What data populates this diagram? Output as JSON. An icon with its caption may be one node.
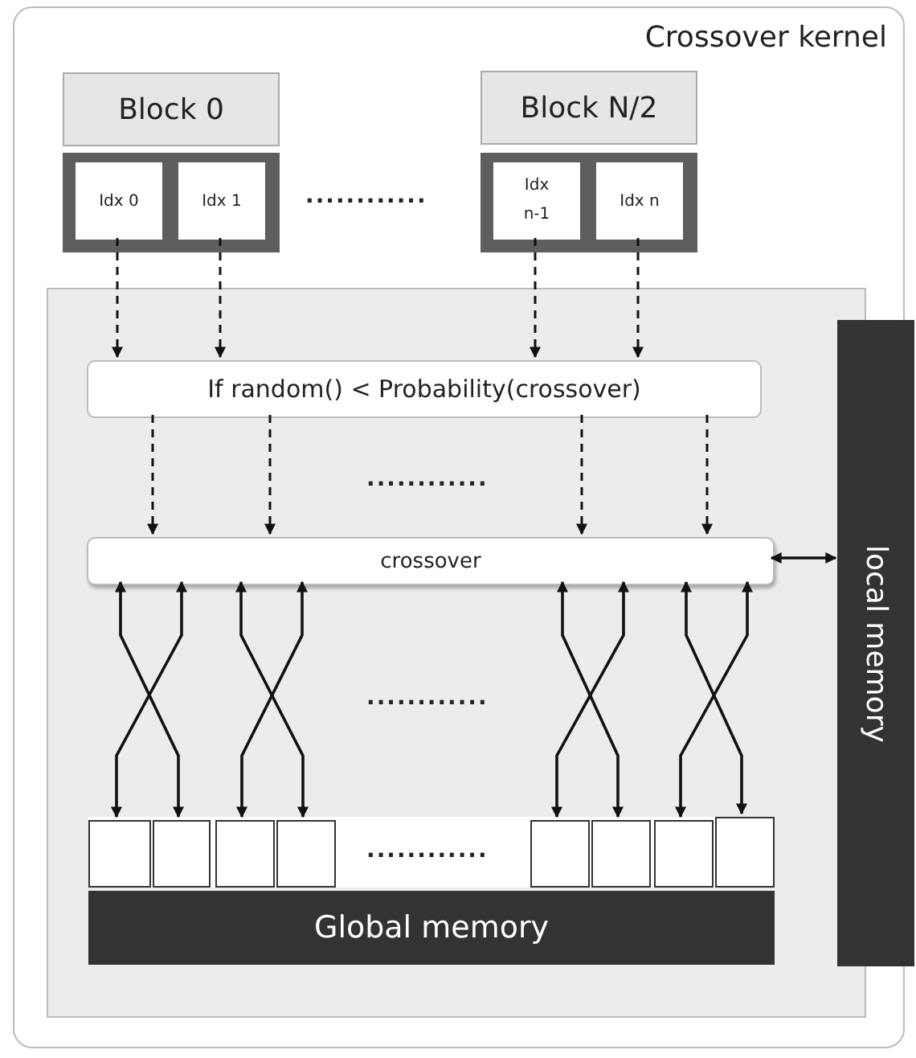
{
  "diagram": {
    "nodes": [
      {
        "text": [
          "Crossover kernel"
        ]
      },
      {
        "text": [
          "Block 0"
        ],
        "in": 0
      },
      {
        "text": [
          "Block N/2"
        ],
        "in": 0
      },
      {
        "text": [],
        "shape": "box",
        "in": 0
      },
      {
        "text": [
          "Idx 0"
        ],
        "in": 3
      },
      {
        "text": [
          "Idx 1"
        ],
        "in": 3
      },
      {
        "text": [],
        "shape": "box",
        "in": 0
      },
      {
        "text": [
          "Idx n-1"
        ],
        "in": 6
      },
      {
        "text": [
          "Idx n"
        ],
        "in": 6
      },
      {
        "text": [],
        "shape": "box",
        "in": 0
      },
      {
        "text": [
          "If random() < Probability(crossover)"
        ],
        "in": 9
      },
      {
        "text": [
          "crossover"
        ],
        "in": 9
      },
      {
        "text": [
          "local memory"
        ],
        "in": 0
      },
      {
        "text": [],
        "shape": "box",
        "in": 9
      },
      {
        "text": [],
        "shape": "box",
        "in": 9
      },
      {
        "text": [],
        "shape": "box",
        "in": 9
      },
      {
        "text": [],
        "shape": "box",
        "in": 9
      },
      {
        "text": [],
        "shape": "box",
        "in": 9
      },
      {
        "text": [],
        "shape": "box",
        "in": 9
      },
      {
        "text": [],
        "shape": "box",
        "in": 9
      },
      {
        "text": [],
        "shape": "box",
        "in": 9
      },
      {
        "text": [
          "Global memory"
        ],
        "in": 9
      }
    ],
    "edges": [
      {
        "from": 4,
        "to": 10,
        "arrow": "to",
        "style": "dashed"
      },
      {
        "from": 5,
        "to": 10,
        "arrow": "to",
        "style": "dashed"
      },
      {
        "from": 7,
        "to": 10,
        "arrow": "to",
        "style": "dashed"
      },
      {
        "from": 8,
        "to": 10,
        "arrow": "to",
        "style": "dashed"
      },
      {
        "from": 10,
        "to": 11,
        "arrow": "to",
        "style": "dashed"
      },
      {
        "from": 10,
        "to": 11,
        "arrow": "to",
        "style": "dashed"
      },
      {
        "from": 10,
        "to": 11,
        "arrow": "to",
        "style": "dashed"
      },
      {
        "from": 10,
        "to": 11,
        "arrow": "to",
        "style": "dashed"
      },
      {
        "from": 11,
        "to": 12,
        "arrow": "both"
      },
      {
        "from": 11,
        "to": 13,
        "arrow": "both"
      },
      {
        "from": 11,
        "to": 14,
        "arrow": "both"
      },
      {
        "from": 11,
        "to": 15,
        "arrow": "both"
      },
      {
        "from": 11,
        "to": 16,
        "arrow": "both"
      },
      {
        "from": 11,
        "to": 17,
        "arrow": "both"
      },
      {
        "from": 11,
        "to": 18,
        "arrow": "both"
      },
      {
        "from": 11,
        "to": 19,
        "arrow": "both"
      },
      {
        "from": 11,
        "to": 20,
        "arrow": "both"
      }
    ],
    "labels": [
      "............",
      "............",
      "............",
      "............"
    ]
  }
}
